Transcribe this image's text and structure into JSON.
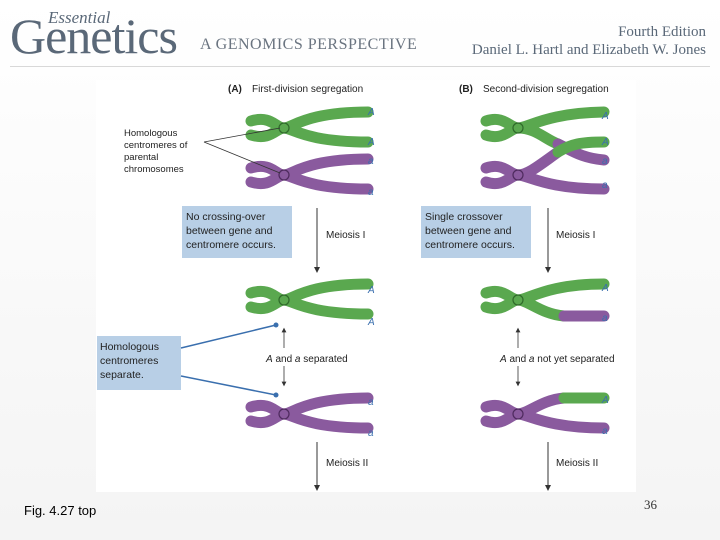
{
  "header": {
    "logo_small": "Essential",
    "logo_big": "Genetics",
    "subtitle": "A GENOMICS PERSPECTIVE",
    "edition": "Fourth Edition",
    "authors": "Daniel L. Hartl and Elizabeth W. Jones"
  },
  "figure": {
    "panel_a_label": "(A)",
    "panel_a_title": "First-division segregation",
    "panel_b_label": "(B)",
    "panel_b_title": "Second-division segregation",
    "callout_centromeres": [
      "Homologous",
      "centromeres of",
      "parental",
      "chromosomes"
    ],
    "box_no_crossover": [
      "No crossing-over",
      "between gene and",
      "centromere occurs."
    ],
    "box_single_crossover": [
      "Single crossover",
      "between gene and",
      "centromere occurs."
    ],
    "box_separate": [
      "Homologous",
      "centromeres",
      "separate."
    ],
    "meiosis_1": "Meiosis I",
    "meiosis_2": "Meiosis II",
    "a_and_a_separated": [
      "A",
      " and ",
      "a",
      " separated"
    ],
    "a_and_a_not_separated": [
      "A",
      " and ",
      "a",
      " not yet separated"
    ],
    "allele_A": "A",
    "allele_a": "a",
    "colors": {
      "green": "#5aa84f",
      "purple": "#8a5a9e",
      "box_fill": "#b8cfe6",
      "line": "#3a6fae"
    }
  },
  "footer": {
    "caption": "Fig. 4.27 top",
    "page_number": "36"
  }
}
